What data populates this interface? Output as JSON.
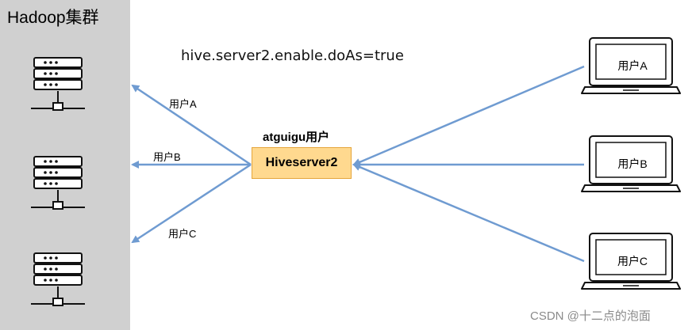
{
  "cluster": {
    "title": "Hadoop集群",
    "panel_color": "#d0d0d0",
    "servers": [
      {
        "icon": "server-rack-icon"
      },
      {
        "icon": "server-rack-icon"
      },
      {
        "icon": "server-rack-icon"
      }
    ]
  },
  "config": {
    "setting": "hive.server2.enable.doAs=true"
  },
  "proxy": {
    "user_label": "atguigu用户",
    "server_label": "Hiveserver2",
    "box_color": "#ffd98f",
    "box_border": "#e5a53a"
  },
  "outgoing_arrows": [
    {
      "label": "用户A"
    },
    {
      "label": "用户B"
    },
    {
      "label": "用户C"
    }
  ],
  "clients": [
    {
      "label": "用户A",
      "icon": "laptop-icon"
    },
    {
      "label": "用户B",
      "icon": "laptop-icon"
    },
    {
      "label": "用户C",
      "icon": "laptop-icon"
    }
  ],
  "arrow_color": "#6f9bd1",
  "watermark": "CSDN @十二点的泡面"
}
